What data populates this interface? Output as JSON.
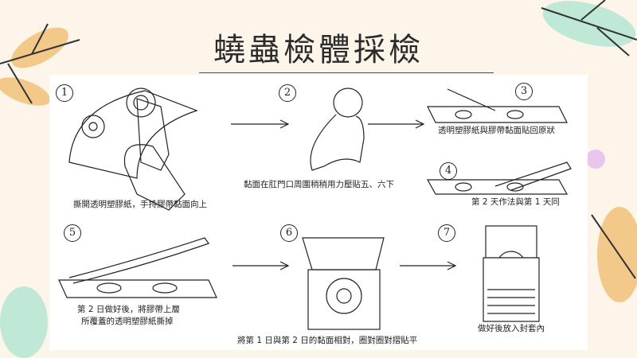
{
  "title": "蟯蟲檢體採檢",
  "steps": [
    {
      "number": "1",
      "caption": "撕開透明塑膠紙，手持膠帶黏面向上"
    },
    {
      "number": "2",
      "caption": "黏面在肛門口周圍稍稍用力壓貼五、六下"
    },
    {
      "number": "3",
      "caption": "透明塑膠紙與膠帶黏面貼回原狀"
    },
    {
      "number": "4",
      "caption": "第 2 天作法與第 1 天同"
    },
    {
      "number": "5",
      "caption_line1": "第 2 日做好後，將膠帶上層",
      "caption_line2": "所覆蓋的透明塑膠紙撕掉"
    },
    {
      "number": "6",
      "caption": "將第 1 日與第 2 日的黏面相對，圈對圈對摺貼平"
    },
    {
      "number": "7",
      "caption": "做好後放入封套內"
    }
  ],
  "colors": {
    "background": "#fdf5ea",
    "leaf_orange": "#f3c98a",
    "leaf_green": "#bfe8d6"
  }
}
